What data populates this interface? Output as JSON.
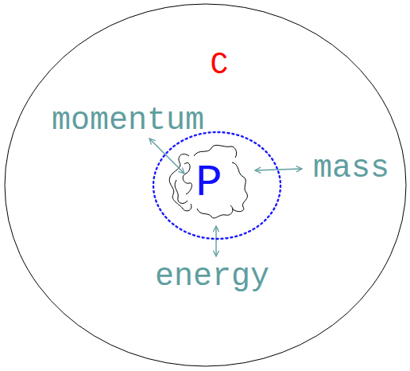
{
  "diagram": {
    "nodes": [
      {
        "text": [
          "C"
        ]
      },
      {
        "text": [
          "P"
        ],
        "in": 0
      }
    ],
    "labels": [
      "momentum",
      "mass",
      "energy"
    ]
  }
}
